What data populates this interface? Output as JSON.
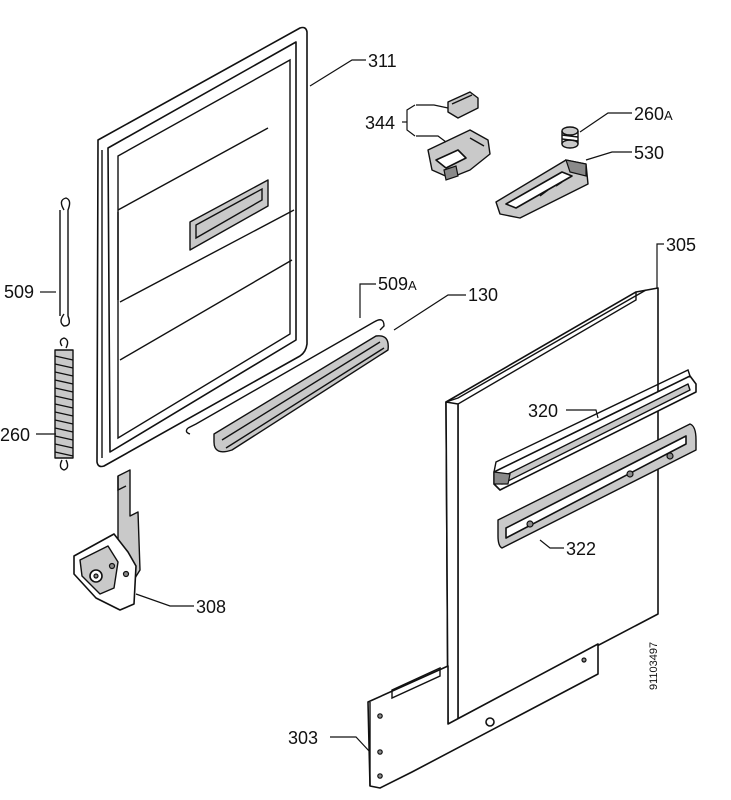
{
  "labels": {
    "l311": "311",
    "l344": "344",
    "l260a_num": "260",
    "l260a_suf": "A",
    "l530": "530",
    "l305": "305",
    "l509": "509",
    "l509a_num": "509",
    "l509a_suf": "A",
    "l130": "130",
    "l260": "260",
    "l320": "320",
    "l322": "322",
    "l308": "308",
    "l303": "303"
  },
  "drawing_code": "91103497"
}
